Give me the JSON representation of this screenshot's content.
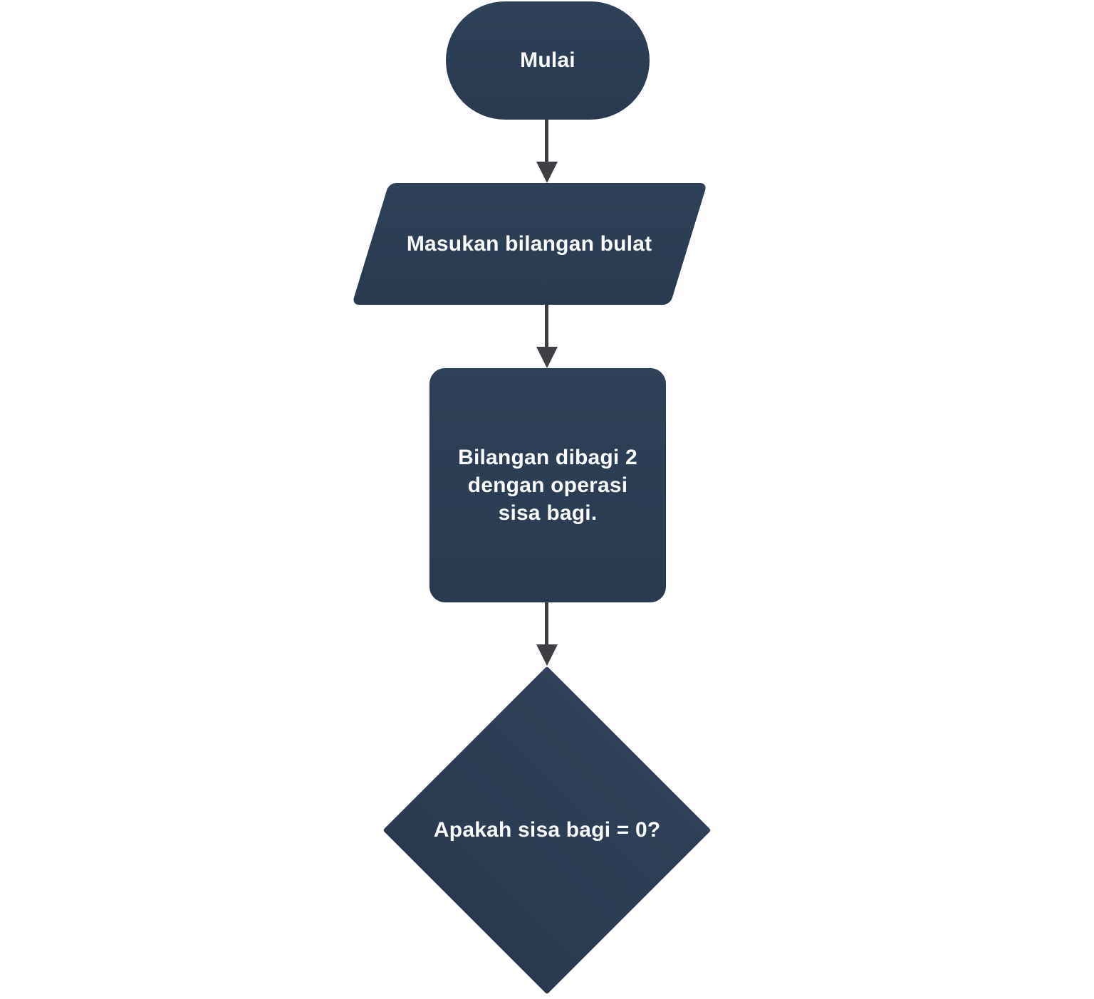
{
  "diagram": {
    "type": "flowchart",
    "language": "Indonesian",
    "colors": {
      "node_fill": "#2b3c52",
      "node_text": "#fafafa",
      "arrow": "#3e3e44",
      "background": "#ffffff"
    },
    "nodes": {
      "start": {
        "shape": "terminator",
        "label": "Mulai"
      },
      "input": {
        "shape": "input-output-parallelogram",
        "label": "Masukan bilangan bulat"
      },
      "process": {
        "shape": "process-rounded-rectangle",
        "label": "Bilangan dibagi 2 dengan operasi sisa bagi.",
        "lines": [
          "Bilangan dibagi 2",
          "dengan operasi",
          "sisa bagi."
        ]
      },
      "decision": {
        "shape": "decision-diamond",
        "label": "Apakah sisa bagi = 0?"
      }
    },
    "edges": [
      {
        "from": "start",
        "to": "input"
      },
      {
        "from": "input",
        "to": "process"
      },
      {
        "from": "process",
        "to": "decision"
      }
    ]
  }
}
